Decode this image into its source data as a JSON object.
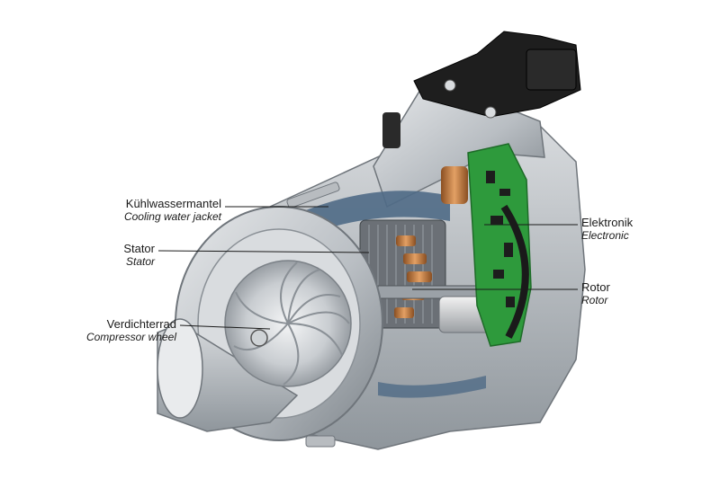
{
  "labels": {
    "kuehlwasser": {
      "de": "Kühlwassermantel",
      "en": "Cooling water jacket"
    },
    "stator": {
      "de": "Stator",
      "en": "Stator"
    },
    "verdichter": {
      "de": "Verdichterrad",
      "en": "Compressor wheel"
    },
    "elektronik": {
      "de": "Elektronik",
      "en": "Electronic"
    },
    "rotor": {
      "de": "Rotor",
      "en": "Rotor"
    }
  },
  "colors": {
    "background": "#ffffff",
    "housing": "#bfc3c7",
    "housing_dark": "#6f757b",
    "cooling_jacket": "#4f6a86",
    "circuit_board": "#2e9a3c",
    "copper_windings": "#c0783a",
    "connector": "#1e1e1e",
    "leader_line": "#1a1a1a"
  }
}
